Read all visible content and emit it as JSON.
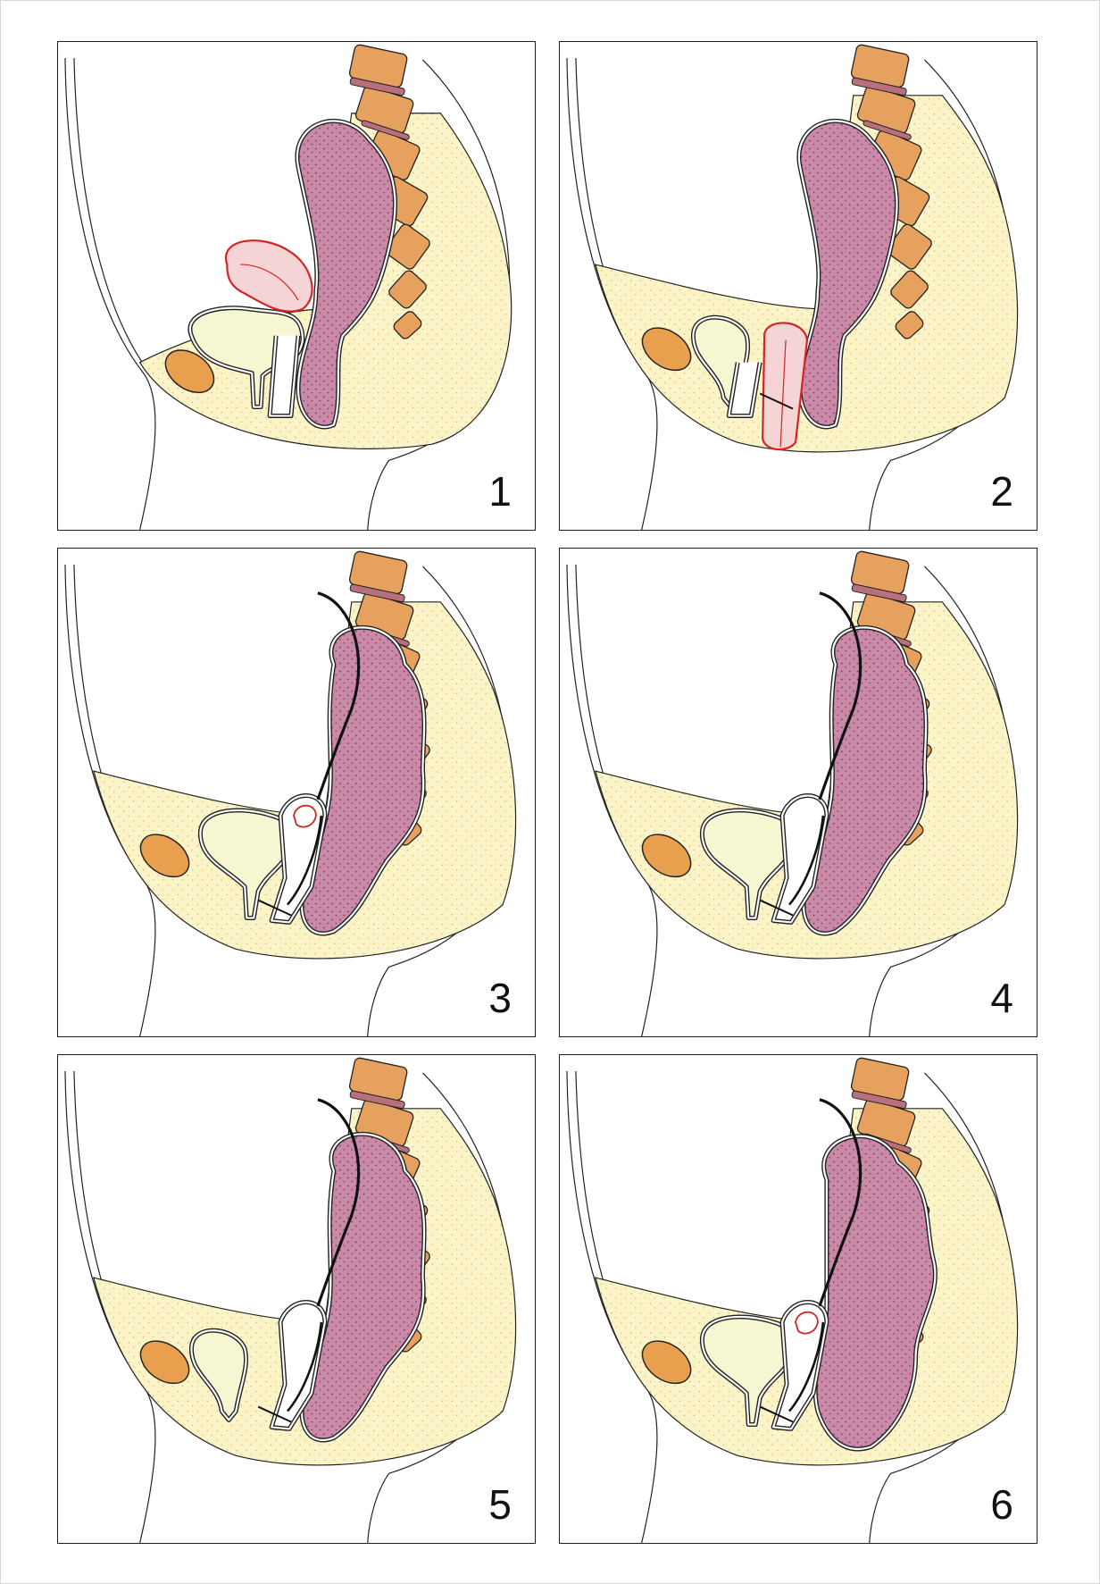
{
  "panels": [
    {
      "number": "1",
      "uterus": "anteverted-red",
      "bladder": "large",
      "rectum": "normal",
      "suture": "none",
      "vagina": "normal"
    },
    {
      "number": "2",
      "uterus": "prolapsed-red",
      "bladder": "collapsed",
      "rectum": "normal",
      "suture": "cut",
      "vagina": "short"
    },
    {
      "number": "3",
      "uterus": "small-red",
      "bladder": "medium",
      "rectum": "normal",
      "suture": "mesh",
      "vagina": "suspended"
    },
    {
      "number": "4",
      "uterus": "none",
      "bladder": "medium",
      "rectum": "normal",
      "suture": "mesh",
      "vagina": "suspended"
    },
    {
      "number": "5",
      "uterus": "none",
      "bladder": "collapsed",
      "rectum": "normal",
      "suture": "mesh",
      "vagina": "suspended"
    },
    {
      "number": "6",
      "uterus": "small-red",
      "bladder": "medium",
      "rectum": "descended",
      "suture": "mesh",
      "vagina": "suspended"
    }
  ],
  "colors": {
    "border": "#1e1e1e",
    "fat": "#fbf4c9",
    "bone": "#e6a15e",
    "disc": "#b8707d",
    "rectum": "#c98aa8",
    "bladder": "#f7f6d3",
    "uterus_outline": "#d42424",
    "uterus_fill": "#f4d4d4",
    "symphysis": "#e8a04f",
    "line": "#222222"
  }
}
